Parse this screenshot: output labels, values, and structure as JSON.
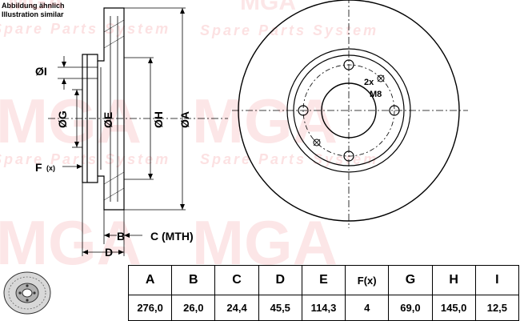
{
  "notes": {
    "line1": "Abbildung ähnlich",
    "line2": "Illustration similar"
  },
  "watermark": {
    "brand": "MGA",
    "tagline": "Spare Parts System"
  },
  "labels": {
    "dim_i": "ØI",
    "dim_g": "ØG",
    "dim_e": "ØE",
    "dim_h": "ØH",
    "dim_a": "ØA",
    "dim_f": "F",
    "dim_f_sub": "(x)",
    "dim_b": "B",
    "dim_c": "C (MTH)",
    "dim_d": "D",
    "bolt_count": "2x",
    "bolt_thread": "M8"
  },
  "spec_table": {
    "headers": [
      "A",
      "B",
      "C",
      "D",
      "E",
      "F(x)",
      "G",
      "H",
      "I"
    ],
    "values": [
      "276,0",
      "26,0",
      "24,4",
      "45,5",
      "114,3",
      "4",
      "69,0",
      "145,0",
      "12,5"
    ]
  }
}
